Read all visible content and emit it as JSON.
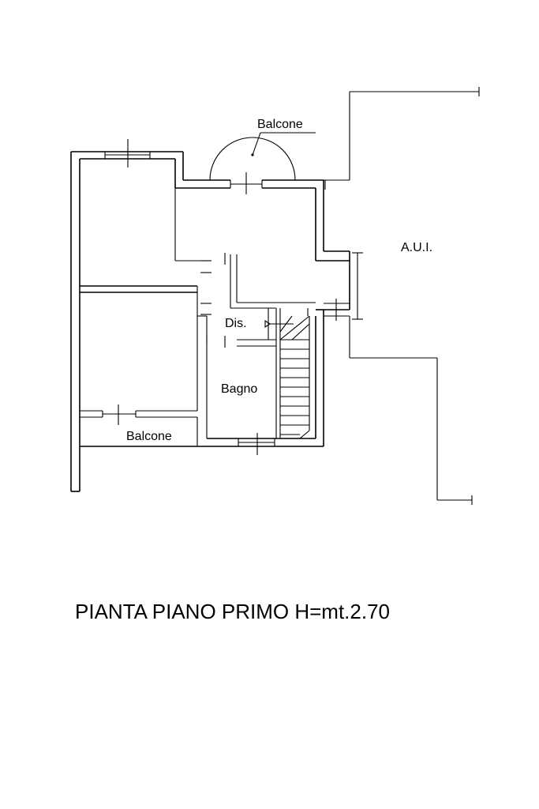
{
  "plan": {
    "title": "PIANTA PIANO PRIMO H=mt.2.70",
    "labels": {
      "balcone_top": "Balcone",
      "aui": "A.U.I.",
      "dis": "Dis.",
      "bagno": "Bagno",
      "balcone_bottom": "Balcone"
    }
  }
}
